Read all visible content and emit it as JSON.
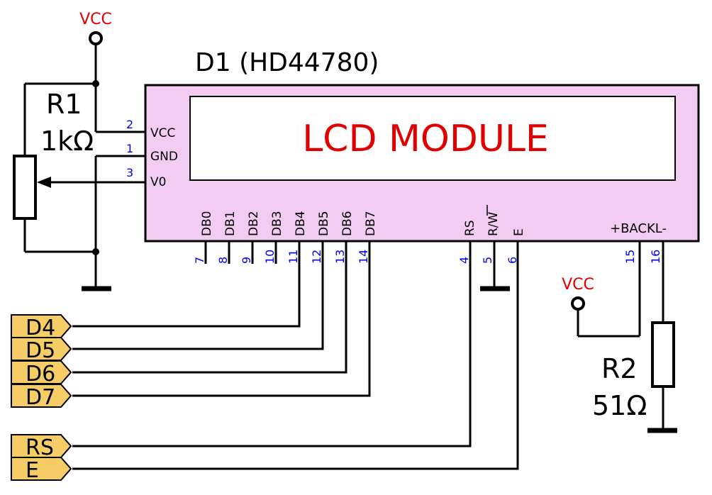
{
  "power": {
    "vcc_label": "VCC"
  },
  "lcd": {
    "ref": "D1 (HD44780)",
    "module_text": "LCD MODULE",
    "pins_left": [
      {
        "num": "2",
        "name": "VCC"
      },
      {
        "num": "1",
        "name": "GND"
      },
      {
        "num": "3",
        "name": "V0"
      }
    ],
    "pins_bottom": [
      {
        "num": "7",
        "name": "DB0"
      },
      {
        "num": "8",
        "name": "DB1"
      },
      {
        "num": "9",
        "name": "DB2"
      },
      {
        "num": "10",
        "name": "DB3"
      },
      {
        "num": "11",
        "name": "DB4"
      },
      {
        "num": "12",
        "name": "DB5"
      },
      {
        "num": "13",
        "name": "DB6"
      },
      {
        "num": "14",
        "name": "DB7"
      },
      {
        "num": "4",
        "name": "RS"
      },
      {
        "num": "5",
        "name": "R/W"
      },
      {
        "num": "6",
        "name": "E"
      },
      {
        "num": "15",
        "name": ""
      },
      {
        "num": "16",
        "name": ""
      }
    ],
    "backlight_label": "+BACKL-"
  },
  "r1": {
    "ref": "R1",
    "value": "1kΩ"
  },
  "r2": {
    "ref": "R2",
    "value": "51Ω"
  },
  "ports": [
    "D4",
    "D5",
    "D6",
    "D7",
    "RS",
    "E"
  ],
  "colors": {
    "lcd_fill": "#f2ccf2",
    "port_fill": "#f5cc66",
    "vcc": "#e00000",
    "pin_number": "#0000ee"
  }
}
